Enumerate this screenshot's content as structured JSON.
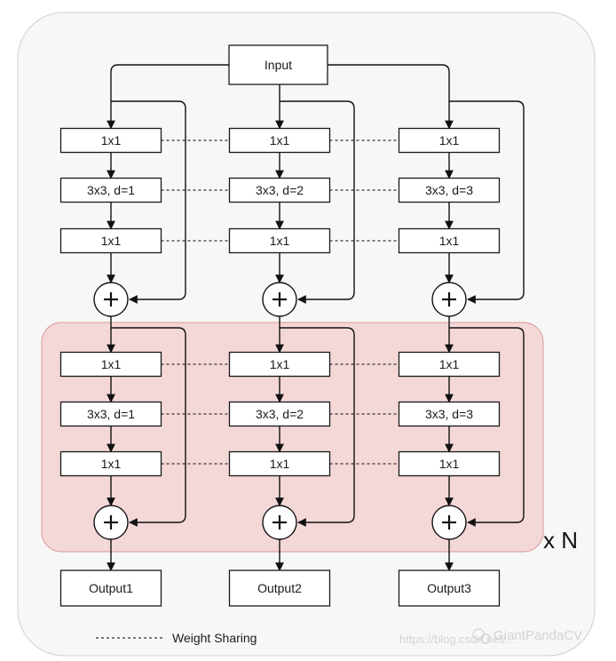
{
  "diagram": {
    "input_label": "Input",
    "columns": [
      {
        "blocks": [
          [
            "1x1",
            "3x3, d=1",
            "1x1"
          ],
          [
            "1x1",
            "3x3, d=1",
            "1x1"
          ]
        ],
        "output_label": "Output1"
      },
      {
        "blocks": [
          [
            "1x1",
            "3x3, d=2",
            "1x1"
          ],
          [
            "1x1",
            "3x3, d=2",
            "1x1"
          ]
        ],
        "output_label": "Output2"
      },
      {
        "blocks": [
          [
            "1x1",
            "3x3, d=3",
            "1x1"
          ],
          [
            "1x1",
            "3x3, d=3",
            "1x1"
          ]
        ],
        "output_label": "Output3"
      }
    ],
    "plus_symbol": "+",
    "repeat_label": "x N",
    "legend": {
      "label": "Weight Sharing"
    },
    "watermark": {
      "brand": "GiantPandaCV",
      "url": "https://blog.csdn.net/..."
    },
    "colors": {
      "repeat_region": "#f4d7d7",
      "outline": "#f7f7f7"
    }
  }
}
